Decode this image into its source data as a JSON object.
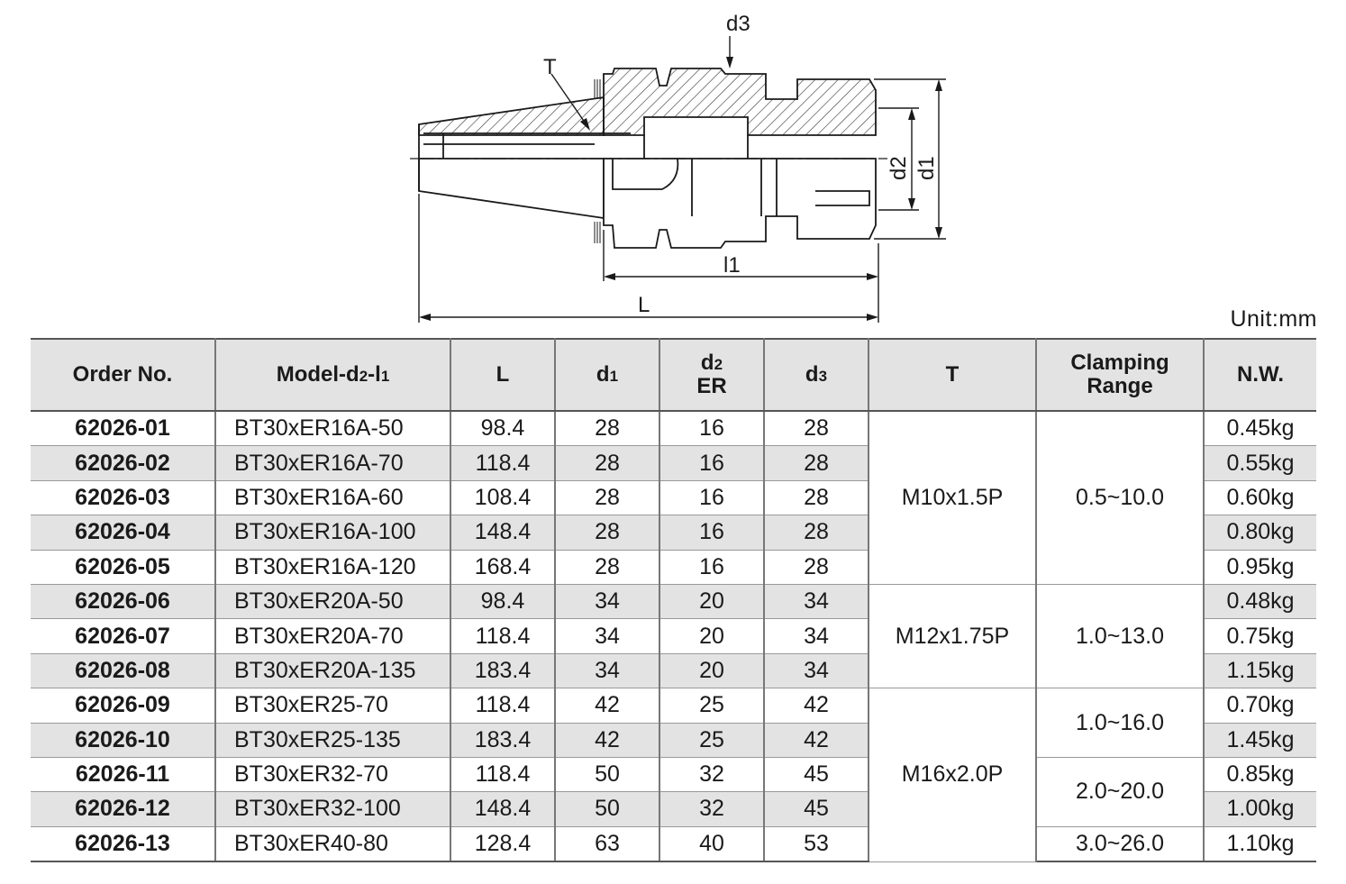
{
  "drawing": {
    "labels": {
      "d3": "d3",
      "T": "T",
      "d2": "d2",
      "d1": "d1",
      "l1": "l1",
      "L": "L"
    }
  },
  "unit": "Unit:mm",
  "table": {
    "headers": {
      "order": "Order No.",
      "model_main": "Model-d",
      "model_s1": "2",
      "model_mid": "-l",
      "model_s2": "1",
      "L": "L",
      "d1_main": "d",
      "d1_sub": "1",
      "d2_main": "d",
      "d2_sub": "2",
      "d2_er": "ER",
      "d3_main": "d",
      "d3_sub": "3",
      "T": "T",
      "clamp_1": "Clamping",
      "clamp_2": "Range",
      "nw": "N.W."
    },
    "rows": [
      {
        "order": "62026-01",
        "model": "BT30xER16A-50",
        "L": "98.4",
        "d1": "28",
        "d2": "16",
        "d3": "28",
        "nw": "0.45kg"
      },
      {
        "order": "62026-02",
        "model": "BT30xER16A-70",
        "L": "118.4",
        "d1": "28",
        "d2": "16",
        "d3": "28",
        "nw": "0.55kg"
      },
      {
        "order": "62026-03",
        "model": "BT30xER16A-60",
        "L": "108.4",
        "d1": "28",
        "d2": "16",
        "d3": "28",
        "nw": "0.60kg"
      },
      {
        "order": "62026-04",
        "model": "BT30xER16A-100",
        "L": "148.4",
        "d1": "28",
        "d2": "16",
        "d3": "28",
        "nw": "0.80kg"
      },
      {
        "order": "62026-05",
        "model": "BT30xER16A-120",
        "L": "168.4",
        "d1": "28",
        "d2": "16",
        "d3": "28",
        "nw": "0.95kg"
      },
      {
        "order": "62026-06",
        "model": "BT30xER20A-50",
        "L": "98.4",
        "d1": "34",
        "d2": "20",
        "d3": "34",
        "nw": "0.48kg"
      },
      {
        "order": "62026-07",
        "model": "BT30xER20A-70",
        "L": "118.4",
        "d1": "34",
        "d2": "20",
        "d3": "34",
        "nw": "0.75kg"
      },
      {
        "order": "62026-08",
        "model": "BT30xER20A-135",
        "L": "183.4",
        "d1": "34",
        "d2": "20",
        "d3": "34",
        "nw": "1.15kg"
      },
      {
        "order": "62026-09",
        "model": "BT30xER25-70",
        "L": "118.4",
        "d1": "42",
        "d2": "25",
        "d3": "42",
        "nw": "0.70kg"
      },
      {
        "order": "62026-10",
        "model": "BT30xER25-135",
        "L": "183.4",
        "d1": "42",
        "d2": "25",
        "d3": "42",
        "nw": "1.45kg"
      },
      {
        "order": "62026-11",
        "model": "BT30xER32-70",
        "L": "118.4",
        "d1": "50",
        "d2": "32",
        "d3": "45",
        "nw": "0.85kg"
      },
      {
        "order": "62026-12",
        "model": "BT30xER32-100",
        "L": "148.4",
        "d1": "50",
        "d2": "32",
        "d3": "45",
        "nw": "1.00kg"
      },
      {
        "order": "62026-13",
        "model": "BT30xER40-80",
        "L": "128.4",
        "d1": "63",
        "d2": "40",
        "d3": "53",
        "nw": "1.10kg"
      }
    ],
    "thread": {
      "g1": "M10x1.5P",
      "g2": "M12x1.75P",
      "g3": "M16x2.0P"
    },
    "clamping": {
      "c1": "0.5~10.0",
      "c2": "1.0~13.0",
      "c3": "1.0~16.0",
      "c4": "2.0~20.0",
      "c5": "3.0~26.0"
    }
  }
}
